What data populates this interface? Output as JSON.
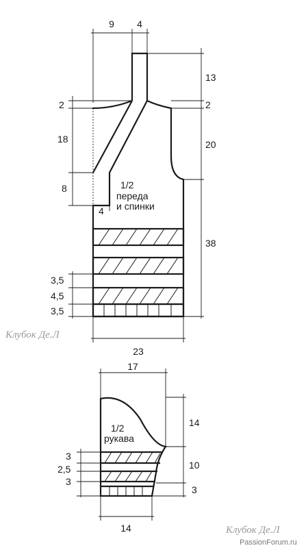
{
  "body_piece": {
    "title_line1": "1/2",
    "title_line2": "переда",
    "title_line3": "и спинки",
    "dims": {
      "top_a": "9",
      "top_b": "4",
      "collar_h": "13",
      "slope_left": "2",
      "slope_right": "2",
      "neck_depth": "18",
      "armhole": "20",
      "neck_low": "8",
      "neck_step": "4",
      "side": "38",
      "band1": "3,5",
      "band2": "4,5",
      "band3": "3,5",
      "width": "23"
    }
  },
  "sleeve_piece": {
    "title_line1": "1/2",
    "title_line2": "рукава",
    "dims": {
      "top": "17",
      "cap": "14",
      "side": "10",
      "cuff": "3",
      "band1": "3",
      "band2": "2,5",
      "band3": "3",
      "bottom": "14"
    }
  },
  "watermark": "Клубок Де.Л",
  "footer": "PassionForum.ru"
}
